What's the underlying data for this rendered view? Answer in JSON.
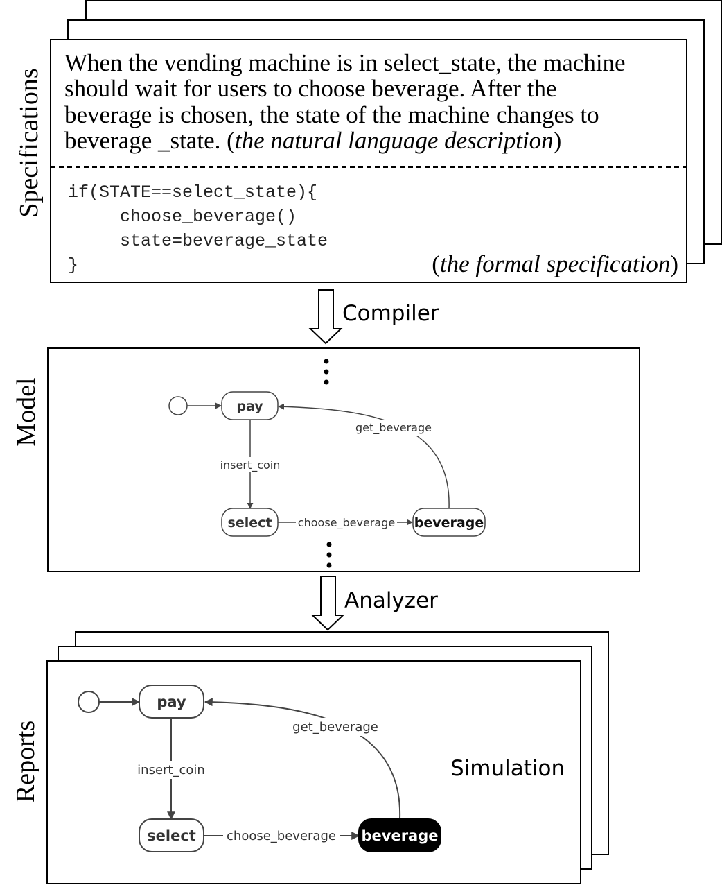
{
  "section_labels": {
    "specifications": "Specifications",
    "model": "Model",
    "reports": "Reports"
  },
  "specification": {
    "nl_lines": [
      "When the vending machine is in select_state, the machine",
      "should wait for users to choose beverage. After the",
      "beverage is chosen, the state of the machine changes to"
    ],
    "nl_last_line": "beverage _state. (",
    "nl_caption": "the natural language description",
    "nl_close": ")",
    "code_lines": [
      "if(STATE==select_state){",
      "     choose_beverage()",
      "     state=beverage_state",
      "}"
    ],
    "formal_open": "(",
    "formal_caption": "the formal specification",
    "formal_close": ")"
  },
  "arrows": {
    "compiler": "Compiler",
    "analyzer": "Analyzer"
  },
  "model": {
    "states": {
      "pay": "pay",
      "select": "select",
      "beverage": "beverage"
    },
    "transitions": {
      "insert_coin": "insert_coin",
      "choose_beverage": "choose_beverage",
      "get_beverage": "get_beverage"
    }
  },
  "report": {
    "states": {
      "pay": "pay",
      "select": "select",
      "beverage": "beverage"
    },
    "transitions": {
      "insert_coin": "insert_coin",
      "choose_beverage": "choose_beverage",
      "get_beverage": "get_beverage"
    },
    "highlighted_state": "beverage",
    "mode_label": "Simulation"
  },
  "colors": {
    "line": "#000000",
    "edge": "#444444",
    "node_text": "#333333",
    "highlight_fill": "#000000",
    "highlight_text": "#ffffff"
  }
}
